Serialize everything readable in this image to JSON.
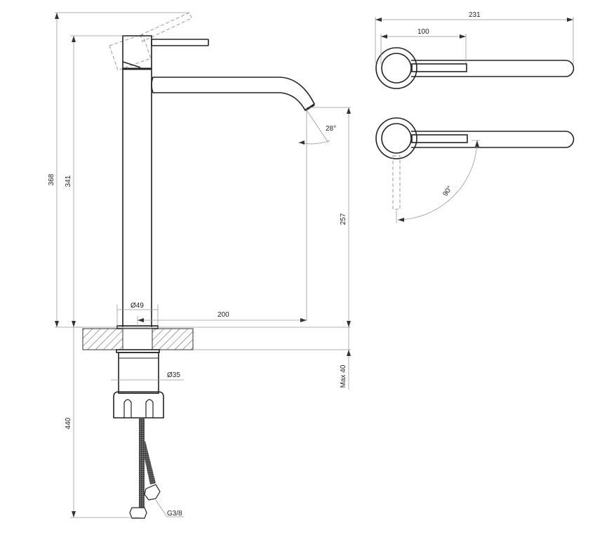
{
  "drawing": {
    "dimensions": {
      "total_height": "368",
      "lever_height": "341",
      "spout_height": "257",
      "body_diameter": "Ø49",
      "spout_reach": "200",
      "max_counter_thickness": "Max 40",
      "shank_diameter": "Ø35",
      "hose_length": "440",
      "hose_thread": "G3/8",
      "spout_angle": "28°",
      "top_total_length": "231",
      "top_lever_length": "100",
      "lever_rotation": "90°"
    },
    "colors": {
      "line": "#222222",
      "dimension": "#999999"
    }
  }
}
